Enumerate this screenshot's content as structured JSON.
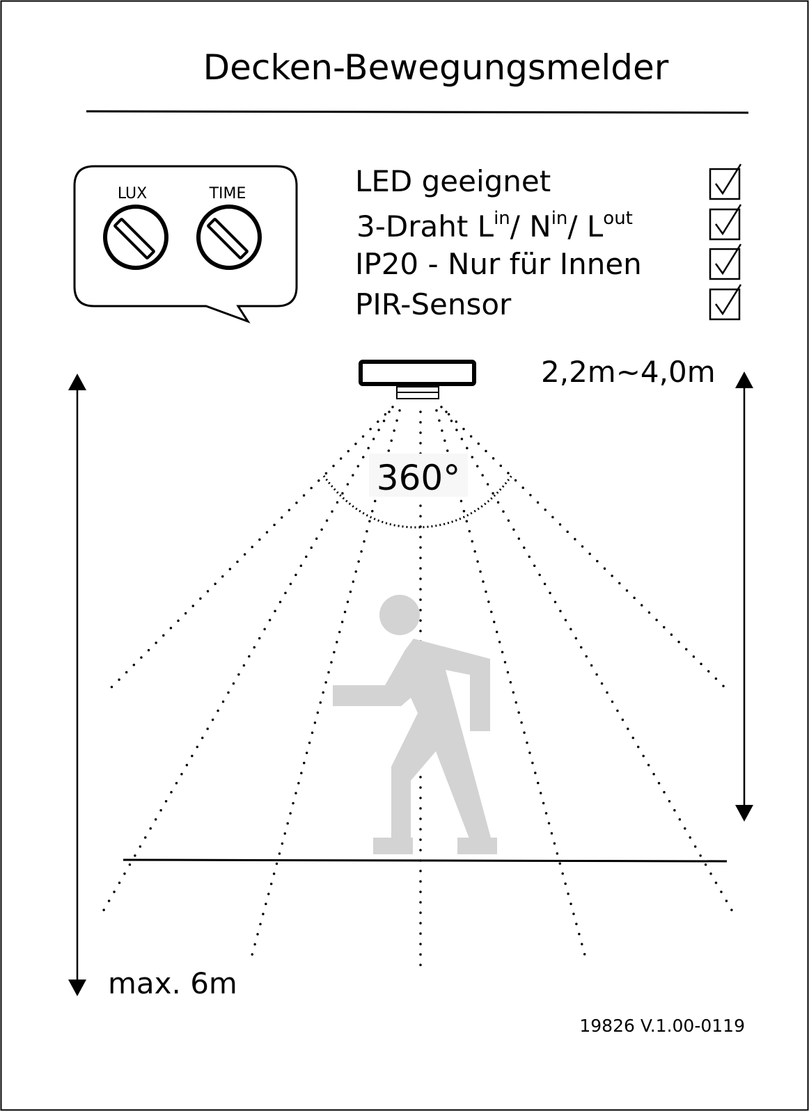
{
  "title": "Decken-Bewegungsmelder",
  "controls": {
    "lux_label": "LUX",
    "time_label": "TIME"
  },
  "features": {
    "led": "LED geeignet",
    "wire": {
      "prefix": "3-Draht L",
      "sup1": "in",
      "mid1": "/ N",
      "sup2": "in",
      "mid2": "/ L",
      "sup3": "out"
    },
    "ip": "IP20 - Nur für Innen",
    "pir": "PIR-Sensor",
    "checked": [
      true,
      true,
      true,
      true
    ]
  },
  "mount_height": "2,2m~4,0m",
  "detection_angle": "360°",
  "detection_range": "max. 6m",
  "version": "19826 V.1.00-0119",
  "colors": {
    "ink": "#000000",
    "figure": "#d3d3d3",
    "label_bg": "#f7f7f7"
  },
  "icons": {
    "sensor": "ceiling-sensor-icon",
    "person": "walking-person-icon",
    "check": "checkbox-checked-icon",
    "knob": "rotary-knob-icon"
  }
}
